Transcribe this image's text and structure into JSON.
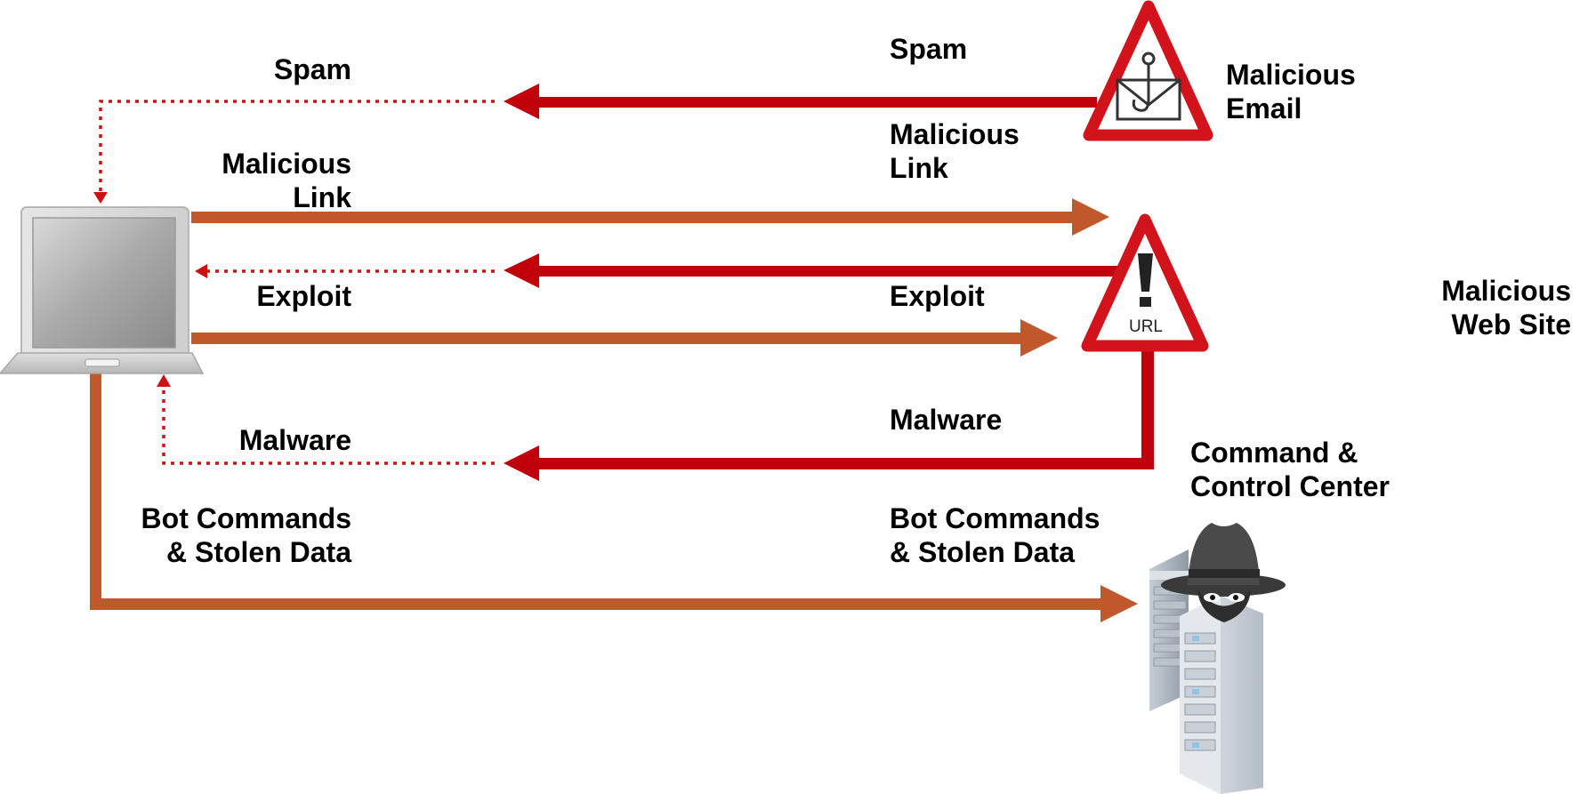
{
  "colors": {
    "threat_red": "#c0000b",
    "flow_orange": "#c1582b",
    "dotted_red": "#cc1111"
  },
  "nodes": {
    "malicious_email": {
      "icon": "malicious-email-warning-icon",
      "line1": "Malicious",
      "line2": "Email"
    },
    "malicious_web_site": {
      "icon": "url-warning-icon",
      "line1": "Malicious",
      "line2": "Web Site",
      "badge": "URL"
    },
    "command_control": {
      "icon": "hacker-server-icon",
      "line1": "Command &",
      "line2": "Control Center"
    },
    "victim_computer": {
      "icon": "laptop-icon"
    }
  },
  "flows": {
    "spam": {
      "left": "Spam",
      "right": "Spam"
    },
    "malicious_link": {
      "left_line1": "Malicious",
      "left_line2": "Link",
      "right_line1": "Malicious",
      "right_line2": "Link"
    },
    "exploit": {
      "left": "Exploit",
      "right": "Exploit"
    },
    "malware": {
      "left": "Malware",
      "right": "Malware"
    },
    "bot_commands": {
      "left_line1": "Bot Commands",
      "left_line2": "& Stolen Data",
      "right_line1": "Bot Commands",
      "right_line2": "& Stolen Data"
    }
  }
}
